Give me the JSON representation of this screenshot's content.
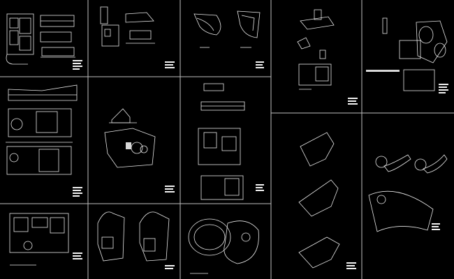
{
  "sheet": {
    "background": "#000000",
    "line_color": "#bfbfbf",
    "drawing_color": "#e8e8e8"
  },
  "panels": [
    {
      "id": "p-r1c1",
      "content": "residence-plan-and-elevations"
    },
    {
      "id": "p-r1c2",
      "content": "section-and-plan"
    },
    {
      "id": "p-r1c3",
      "content": "curved-plan-pair"
    },
    {
      "id": "p-r1c4",
      "content": "sketch-plans"
    },
    {
      "id": "p-r1c5",
      "content": "site-plan"
    },
    {
      "id": "p-r2c1",
      "content": "pavilion-elevation-and-plans"
    },
    {
      "id": "p-r2c2",
      "content": "chapel-section-and-plan"
    },
    {
      "id": "p-r2c3",
      "content": "block-elevation-and-plan"
    },
    {
      "id": "p-r2c4",
      "content": "organic-plan-studies"
    },
    {
      "id": "p-r2c5",
      "content": "curved-building-plans"
    },
    {
      "id": "p-r3c1",
      "content": "courtyard-house-plan"
    },
    {
      "id": "p-r3c2",
      "content": "twin-organic-plans"
    },
    {
      "id": "p-r3c3",
      "content": "oval-site-plan"
    }
  ]
}
